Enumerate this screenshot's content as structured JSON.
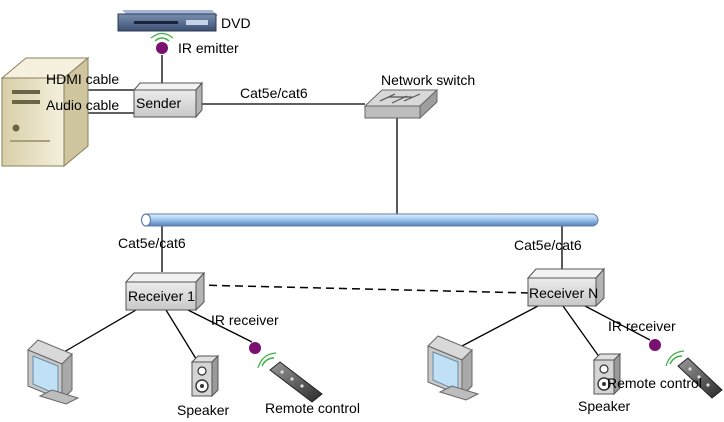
{
  "labels": {
    "dvd": "DVD",
    "ir_emitter": "IR emitter",
    "hdmi_cable": "HDMI cable",
    "audio_cable": "Audio cable",
    "sender": "Sender",
    "cat_top": "Cat5e/cat6",
    "network_switch": "Network switch",
    "cat_left": "Cat5e/cat6",
    "cat_right": "Cat5e/cat6",
    "receiver_1": "Receiver 1",
    "receiver_n": "Receiver N",
    "ir_receiver_1": "IR receiver",
    "ir_receiver_n": "IR receiver",
    "speaker_1": "Speaker",
    "speaker_n": "Speaker",
    "remote_1": "Remote control",
    "remote_n": "Remote control"
  },
  "colors": {
    "box_fill": "#d9d9d9",
    "box_stroke": "#555555",
    "ir_dot": "#7a1070",
    "ir_wave": "#3cb043",
    "backbone": "#9ec6f0",
    "backbone_edge": "#5b7fb0",
    "line": "#000000"
  },
  "icons": [
    "dvd-player-icon",
    "ir-emitter-icon",
    "pc-tower-icon",
    "network-switch-icon",
    "monitor-icon",
    "speaker-icon",
    "remote-control-icon",
    "ir-receiver-icon"
  ]
}
